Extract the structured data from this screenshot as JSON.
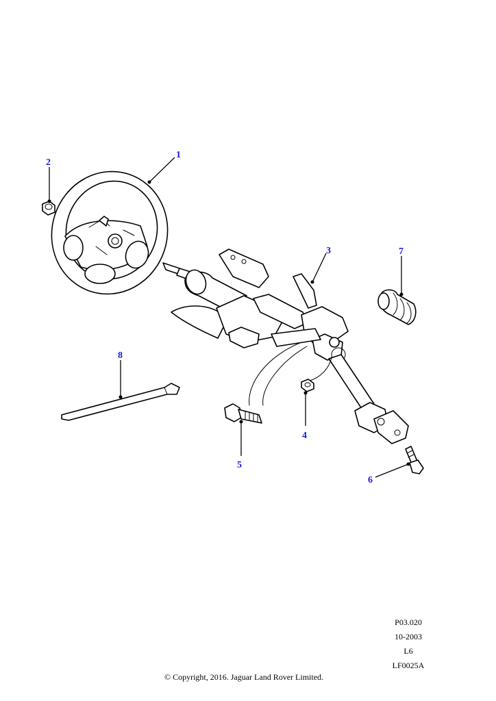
{
  "callouts": [
    {
      "id": "1",
      "label": "1"
    },
    {
      "id": "2",
      "label": "2"
    },
    {
      "id": "3",
      "label": "3"
    },
    {
      "id": "4",
      "label": "4"
    },
    {
      "id": "5",
      "label": "5"
    },
    {
      "id": "6",
      "label": "6"
    },
    {
      "id": "7",
      "label": "7"
    },
    {
      "id": "8",
      "label": "8"
    }
  ],
  "meta": {
    "ref": "P03.020",
    "date": "10-2003",
    "model": "L6",
    "drawing": "LF0025A"
  },
  "copyright": "© Copyright, 2016. Jaguar Land Rover Limited.",
  "colors": {
    "callout": "#1a1adb",
    "line": "#000000",
    "background": "#ffffff"
  }
}
